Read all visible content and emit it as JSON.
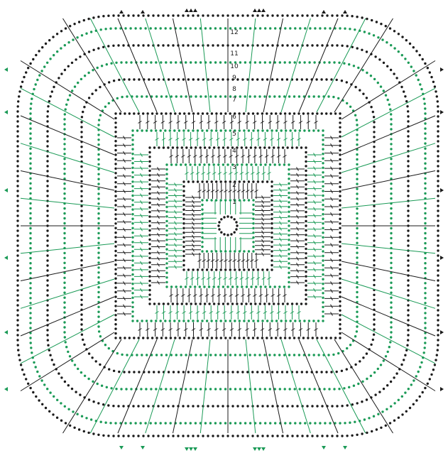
{
  "diagram": {
    "kind": "crochet square motif chart",
    "row_numbers": [
      "1",
      "2",
      "3",
      "4",
      "5",
      "6",
      "7",
      "8",
      "9",
      "10",
      "11",
      "12"
    ],
    "colors": {
      "odd_rounds": "#1a1a1a",
      "even_rounds": "#1a9a56",
      "background": "#ffffff"
    },
    "symbols": [
      "chain-dot",
      "double-crochet-stitch",
      "treble-stitch",
      "slip-stitch-ring",
      "continuation-arrow"
    ]
  }
}
